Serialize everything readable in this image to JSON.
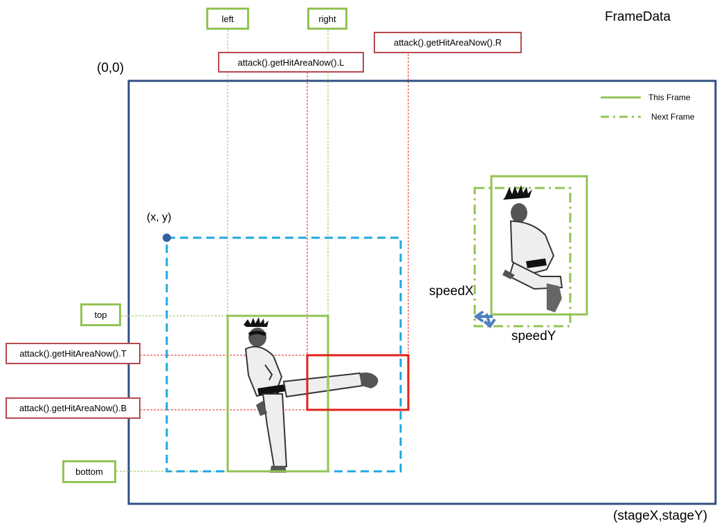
{
  "title": "FrameData",
  "origin_label": "(0,0)",
  "stage_label": "(stageX,stageY)",
  "position_label": "(x, y)",
  "legend": {
    "this_frame": "This Frame",
    "next_frame": "Next Frame"
  },
  "labels": {
    "left": "left",
    "right": "right",
    "top": "top",
    "bottom": "bottom",
    "hit_L": "attack().getHitAreaNow().L",
    "hit_R": "attack().getHitAreaNow().R",
    "hit_T": "attack().getHitAreaNow().T",
    "hit_B": "attack().getHitAreaNow().B",
    "speedX": "speedX",
    "speedY": "speedY"
  },
  "colors": {
    "stage_border": "#2f4f82",
    "hitbox_green": "#92c353",
    "attack_red": "#e0201a",
    "label_red": "#b8474c",
    "position_blue": "#1ea7e1",
    "speed_arrow": "#4f7fc0"
  }
}
